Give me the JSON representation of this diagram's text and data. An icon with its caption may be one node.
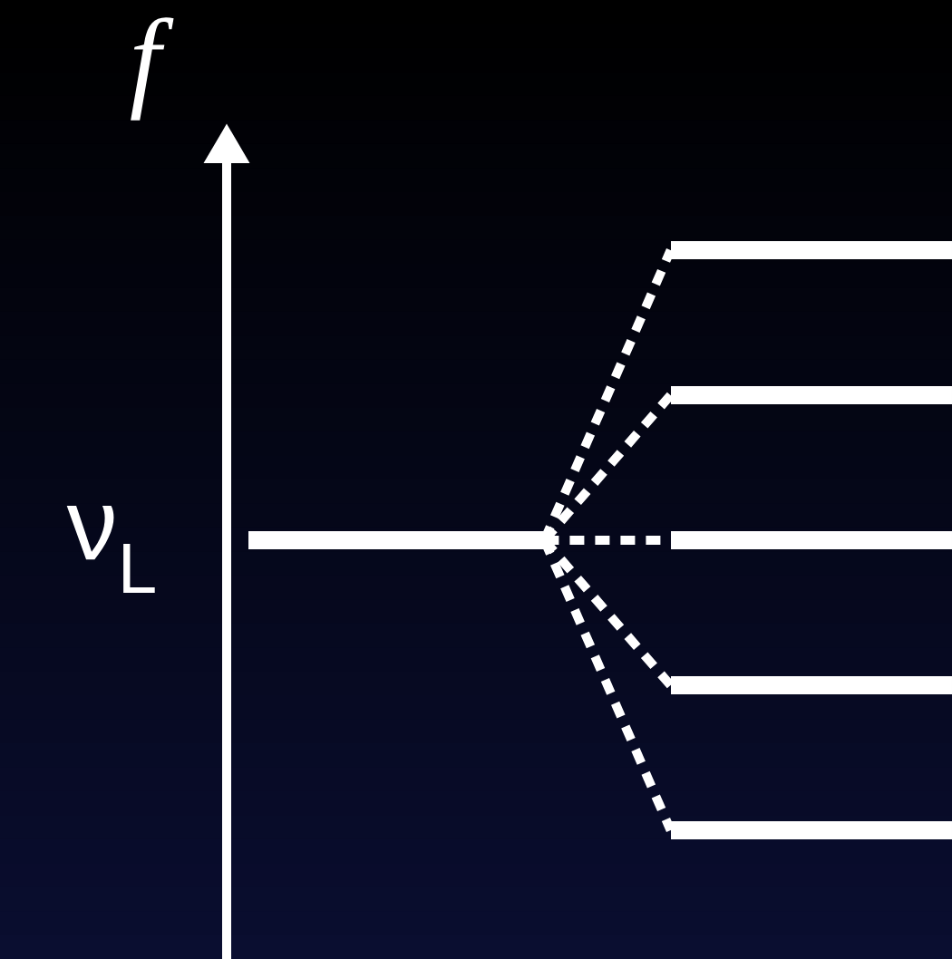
{
  "diagram": {
    "nodes": [
      {
        "text": [],
        "shape": "bar"
      },
      {
        "text": [],
        "shape": "bar"
      },
      {
        "text": [],
        "shape": "bar"
      },
      {
        "text": [],
        "shape": "bar"
      },
      {
        "text": [],
        "shape": "bar"
      },
      {
        "text": [],
        "shape": "bar"
      }
    ],
    "edges": [
      {
        "from": 0,
        "to": 1,
        "arrow": "none",
        "style": "dashed"
      },
      {
        "from": 0,
        "to": 2,
        "arrow": "none",
        "style": "dashed"
      },
      {
        "from": 0,
        "to": 3,
        "arrow": "none",
        "style": "dashed"
      },
      {
        "from": 0,
        "to": 4,
        "arrow": "none",
        "style": "dashed"
      },
      {
        "from": 0,
        "to": 5,
        "arrow": "none",
        "style": "dashed"
      }
    ],
    "labels": [
      "f",
      "ν$_{L}$"
    ]
  }
}
